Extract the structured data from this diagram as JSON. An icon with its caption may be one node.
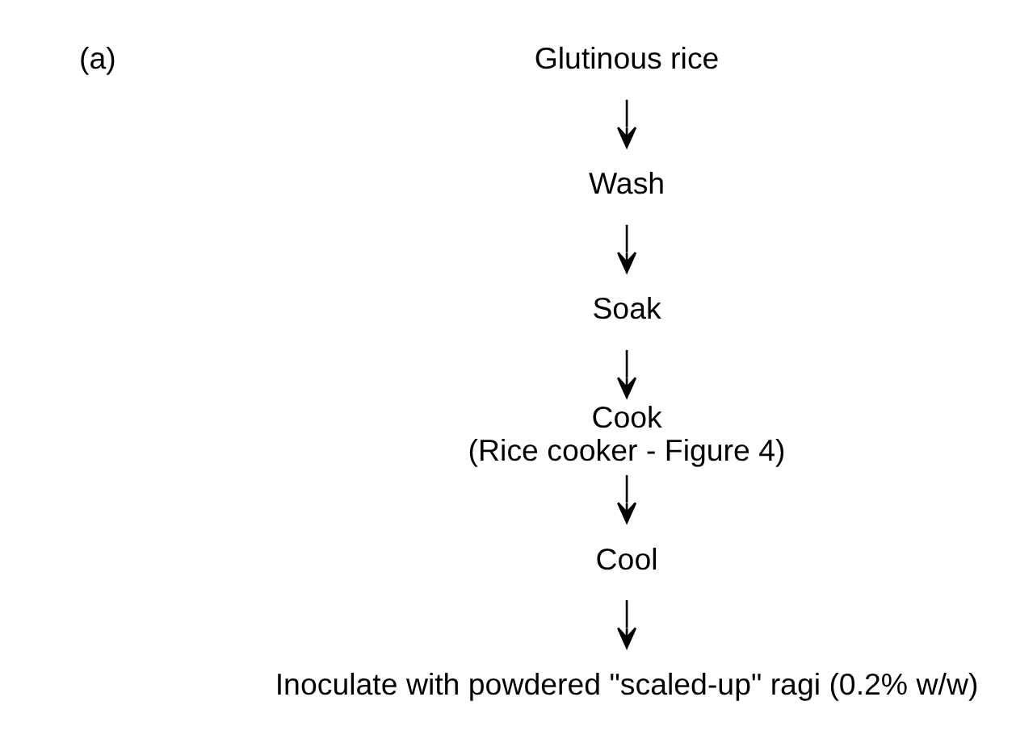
{
  "diagram": {
    "nodes": [
      {
        "text": [
          "Glutinous rice"
        ]
      },
      {
        "text": [
          "Wash"
        ]
      },
      {
        "text": [
          "Soak"
        ]
      },
      {
        "text": [
          "Cook",
          "(Rice cooker - Figure 4)"
        ]
      },
      {
        "text": [
          "Cool"
        ]
      },
      {
        "text": [
          "Inoculate with powdered \"scaled-up\" ragi (0.2% w/w)"
        ]
      }
    ],
    "edges": [
      {
        "from": 0,
        "to": 1,
        "arrow": "to"
      },
      {
        "from": 1,
        "to": 2,
        "arrow": "to"
      },
      {
        "from": 2,
        "to": 3,
        "arrow": "to"
      },
      {
        "from": 3,
        "to": 4,
        "arrow": "to"
      },
      {
        "from": 4,
        "to": 5,
        "arrow": "to"
      }
    ],
    "labels": [
      "(a)"
    ]
  }
}
